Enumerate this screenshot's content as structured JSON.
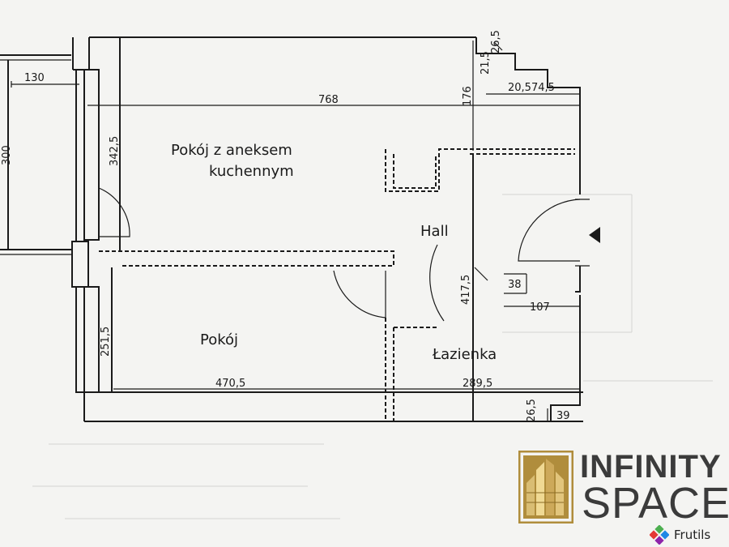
{
  "rooms": {
    "living_kitchen_line1": "Pokój z aneksem",
    "living_kitchen_line2": "kuchennym",
    "room": "Pokój",
    "hall": "Hall",
    "bathroom": "Łazienka"
  },
  "dimensions": {
    "d130": "130",
    "d300": "300",
    "d768": "768",
    "d176": "176",
    "d21_5": "21,5",
    "d26_5_top": "26,5",
    "d20_5": "20,5",
    "d74_5": "74,5",
    "d342_5": "342,5",
    "d417_5": "417,5",
    "d38": "38",
    "d107": "107",
    "d251_5": "251,5",
    "d470_5": "470,5",
    "d289_5": "289,5",
    "d26_5_bottom": "26,5",
    "d39": "39"
  },
  "brand": {
    "line1": "INFINITY",
    "line2": "SPACE",
    "partner": "Frutils",
    "gold": "#b08d3c"
  }
}
